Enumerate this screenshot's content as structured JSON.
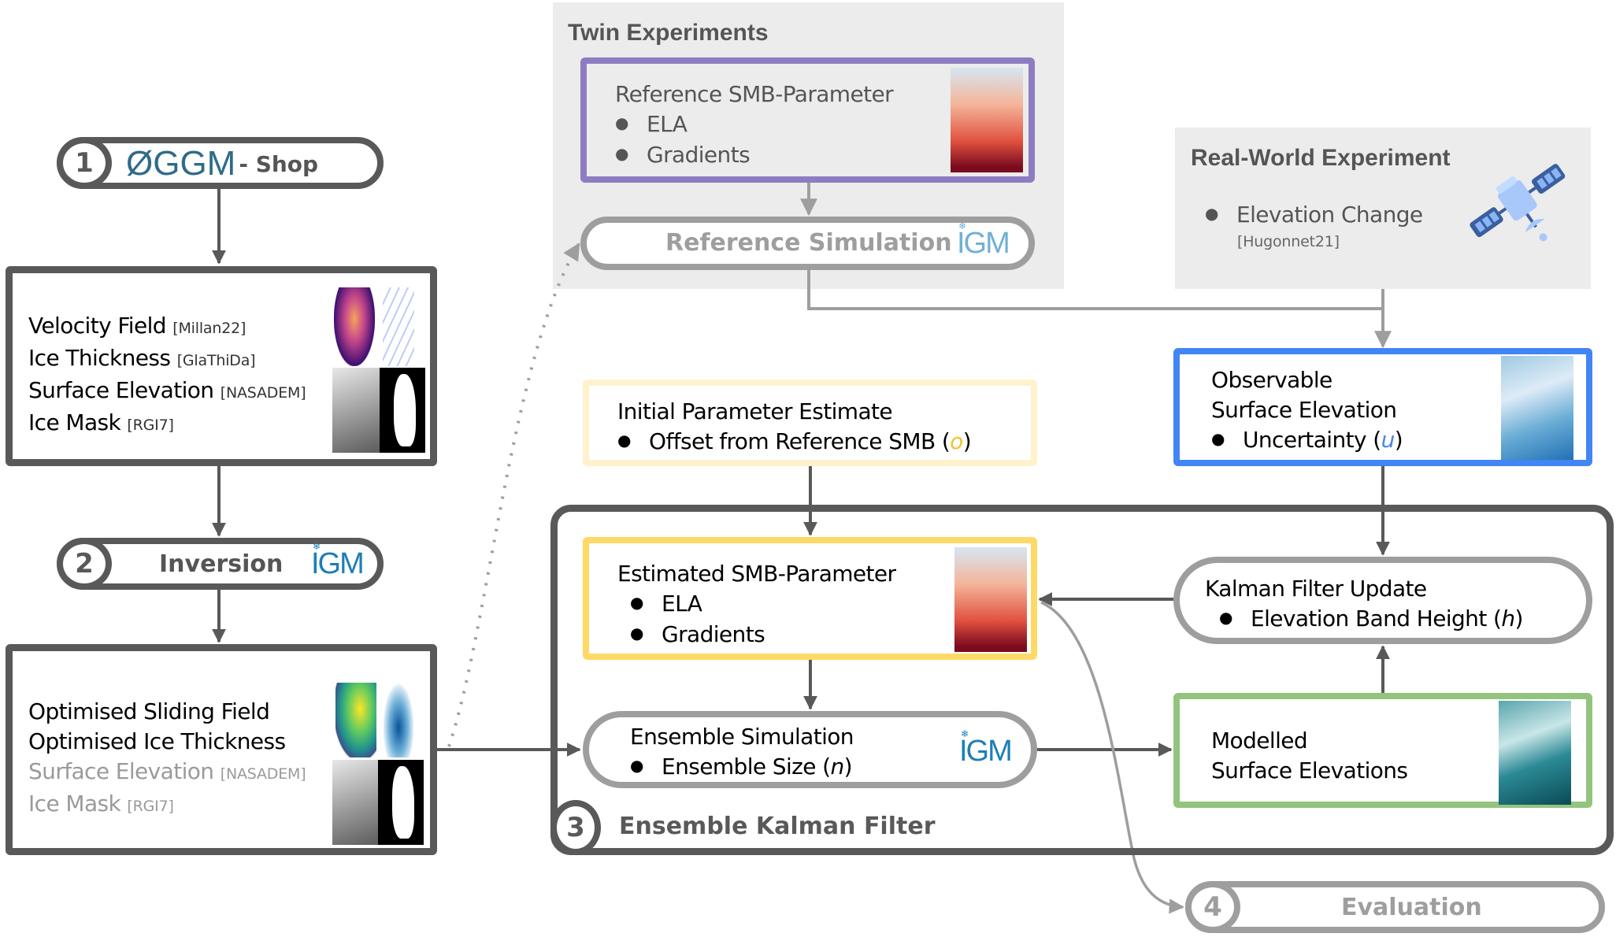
{
  "step1": {
    "number": "1",
    "logo": "ØGGM",
    "label": "- Shop"
  },
  "inputs_box": {
    "lines": [
      {
        "text": "Velocity Field",
        "ref": "[Millan22]"
      },
      {
        "text": "Ice Thickness",
        "ref": "[GlaThiDa]"
      },
      {
        "text": "Surface Elevation",
        "ref": "[NASADEM]"
      },
      {
        "text": "Ice Mask",
        "ref": "[RGI7]"
      }
    ],
    "icons": [
      "velocity-map-icon",
      "thickness-map-icon",
      "dem-map-icon",
      "ice-mask-icon"
    ]
  },
  "step2": {
    "number": "2",
    "label": "Inversion",
    "model_logo": "IGM"
  },
  "optimised_box": {
    "lines": [
      {
        "text": "Optimised Sliding Field",
        "ref": ""
      },
      {
        "text": "Optimised Ice Thickness",
        "ref": ""
      },
      {
        "text": "Surface Elevation",
        "ref": "[NASADEM]"
      },
      {
        "text": "Ice Mask",
        "ref": "[RGI7]"
      }
    ]
  },
  "twin": {
    "title": "Twin Experiments",
    "reference_smb": {
      "title": "Reference SMB-Parameter",
      "bullets": [
        "ELA",
        "Gradients"
      ]
    },
    "reference_sim": {
      "label": "Reference Simulation",
      "model_logo": "IGM"
    }
  },
  "real_world": {
    "title": "Real-World Experiment",
    "bullet": "Elevation Change",
    "ref": "[Hugonnet21]"
  },
  "observable": {
    "line1": "Observable",
    "line2": "Surface Elevation",
    "bullet": "Uncertainty (",
    "var": "u",
    "close": ")"
  },
  "initial": {
    "title": "Initial Parameter Estimate",
    "bullet": "Offset from Reference SMB (",
    "var": "o",
    "close": ")"
  },
  "estimated": {
    "title": "Estimated SMB-Parameter",
    "bullets": [
      "ELA",
      "Gradients"
    ]
  },
  "kalman": {
    "title": "Kalman Filter Update",
    "bullet": "Elevation Band Height (",
    "var": "h",
    "close": ")"
  },
  "ensemble": {
    "title": "Ensemble Simulation",
    "bullet": "Ensemble Size (",
    "var": "n",
    "close": ")",
    "model_logo": "IGM"
  },
  "modelled": {
    "line1": "Modelled",
    "line2": "Surface Elevations"
  },
  "step3": {
    "number": "3",
    "label": "Ensemble Kalman Filter"
  },
  "step4": {
    "number": "4",
    "label": "Evaluation"
  },
  "colors": {
    "dark": "#595959",
    "grey": "#9e9e9e",
    "purple": "#8e7cc3",
    "blue": "#4285f4",
    "light_yellow": "#fff2cc",
    "yellow": "#ffd966",
    "green": "#93c47d",
    "igm_blue": "#1b7fb5",
    "oggm_blue": "#2f6b8a",
    "offset_yellow": "#f1c232",
    "uncert_blue": "#4a86e8"
  }
}
